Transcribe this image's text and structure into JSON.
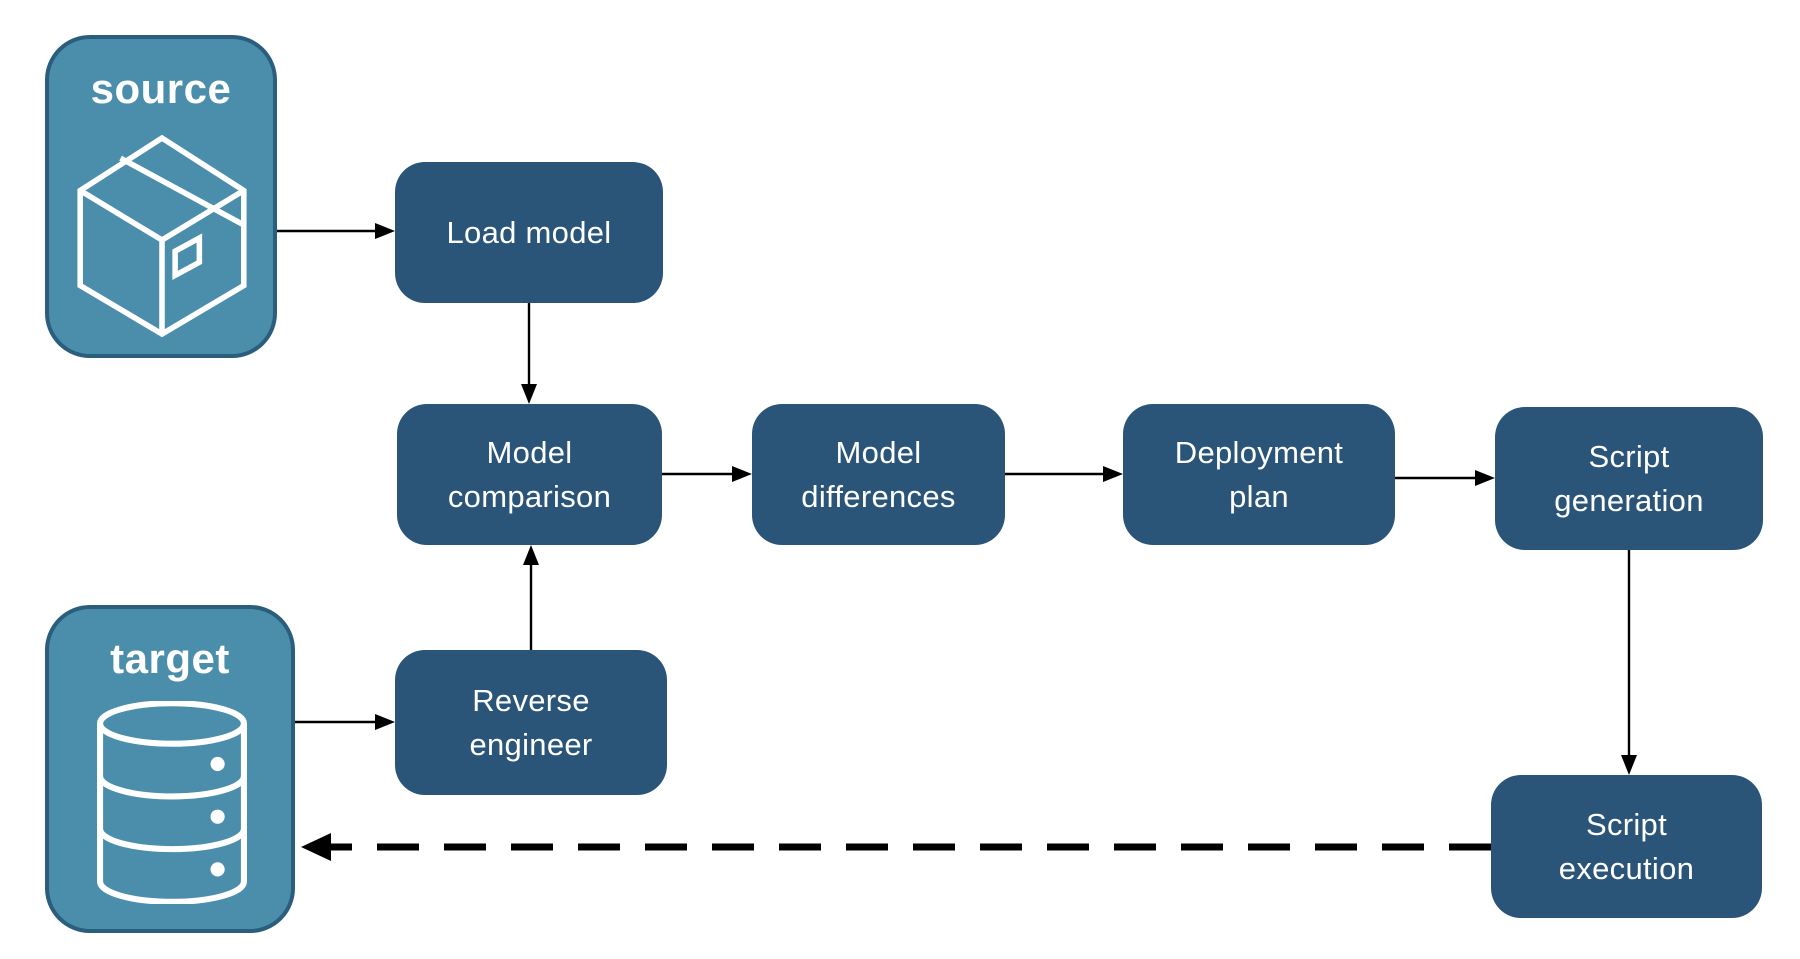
{
  "endpoints": {
    "source": {
      "label": "source",
      "icon": "package-icon"
    },
    "target": {
      "label": "target",
      "icon": "database-icon"
    }
  },
  "nodes": {
    "load_model": {
      "label": "Load model"
    },
    "model_comparison": {
      "label": "Model comparison"
    },
    "model_differences": {
      "label": "Model differences"
    },
    "deployment_plan": {
      "label": "Deployment plan"
    },
    "script_generation": {
      "label": "Script generation"
    },
    "reverse_engineer": {
      "label": "Reverse engineer"
    },
    "script_execution": {
      "label": "Script execution"
    }
  },
  "edges": [
    {
      "from": "source",
      "to": "load_model",
      "style": "solid"
    },
    {
      "from": "load_model",
      "to": "model_comparison",
      "style": "solid"
    },
    {
      "from": "target",
      "to": "reverse_engineer",
      "style": "solid"
    },
    {
      "from": "reverse_engineer",
      "to": "model_comparison",
      "style": "solid"
    },
    {
      "from": "model_comparison",
      "to": "model_differences",
      "style": "solid"
    },
    {
      "from": "model_differences",
      "to": "deployment_plan",
      "style": "solid"
    },
    {
      "from": "deployment_plan",
      "to": "script_generation",
      "style": "solid"
    },
    {
      "from": "script_generation",
      "to": "script_execution",
      "style": "solid"
    },
    {
      "from": "script_execution",
      "to": "target",
      "style": "dashed"
    }
  ],
  "palette": {
    "process_fill": "#2A5578",
    "endpoint_fill": "#4B8EAC",
    "endpoint_border": "#2A5E7C",
    "label_text": "#FFFFFF",
    "arrow": "#000000",
    "icon_stroke": "#FFFFFF",
    "background": "#FFFFFF"
  }
}
